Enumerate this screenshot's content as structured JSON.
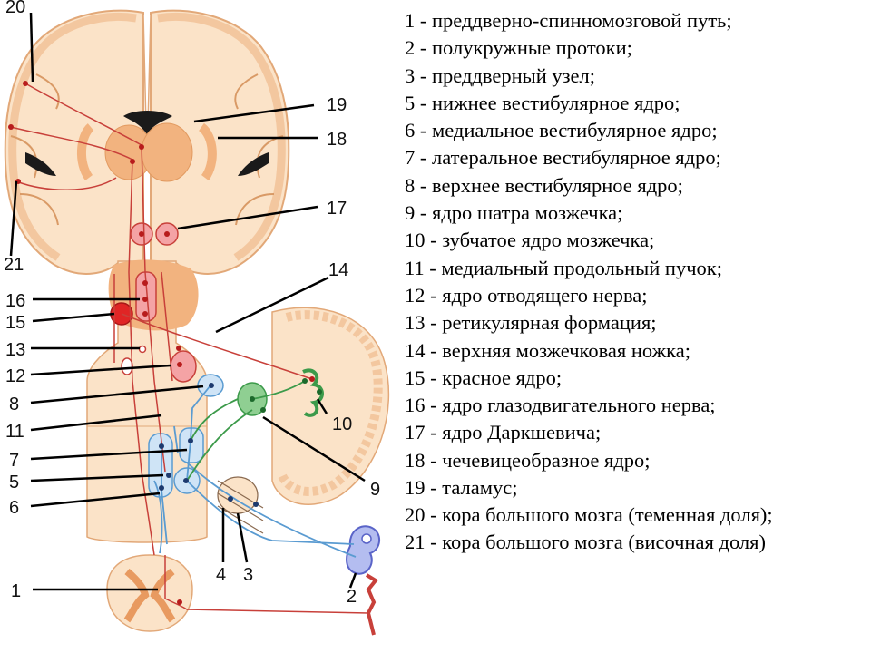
{
  "legend": [
    {
      "text": "1 - преддверно-спинномозговой путь;"
    },
    {
      "text": "2 - полукружные протоки;"
    },
    {
      "text": "3 - преддверный узел;"
    },
    {
      "text": "5 - нижнее вестибулярное ядро;"
    },
    {
      "text": "6 - медиальное вестибулярное ядро;"
    },
    {
      "text": "7 - латеральное вестибулярное ядро;"
    },
    {
      "text": "8 - верхнее вестибулярное ядро;"
    },
    {
      "text": "9 - ядро шатра мозжечка;"
    },
    {
      "text": "10 - зубчатое ядро мозжечка;"
    },
    {
      "text": "11 - медиальный продольный пучок;"
    },
    {
      "text": "12 - ядро отводящего нерва;"
    },
    {
      "text": "13 - ретикулярная формация;"
    },
    {
      "text": "14 - верхняя мозжечковая ножка;"
    },
    {
      "text": "15 - красное ядро;"
    },
    {
      "text": "16 - ядро глазодвигательного нерва;"
    },
    {
      "text": "17 - ядро Даркшевича;"
    },
    {
      "text": "18 - чечевицеобразное ядро;"
    },
    {
      "text": "19 - таламус;"
    },
    {
      "text": "20 - кора большого мозга (теменная доля);"
    },
    {
      "text": "21 - кора большого мозга (височная доля)"
    }
  ],
  "callouts": {
    "n1": "1",
    "n2": "2",
    "n3": "3",
    "n4": "4",
    "n5": "5",
    "n6": "6",
    "n7": "7",
    "n8": "8",
    "n9": "9",
    "n10": "10",
    "n11": "11",
    "n12": "12",
    "n13": "13",
    "n14": "14",
    "n15": "15",
    "n16": "16",
    "n17": "17",
    "n18": "18",
    "n19": "19",
    "n20": "20",
    "n21": "21"
  },
  "colors": {
    "tissue": "#fbe3c8",
    "tissue_outline": "#e2a878",
    "gray_matter": "#f2b37f",
    "vestibular_pathway": "#5a9bd1",
    "motor_pathway": "#c8403a",
    "cerebellar_pathway": "#3c9a4a",
    "semicircular_canals": "#8c9be0"
  }
}
